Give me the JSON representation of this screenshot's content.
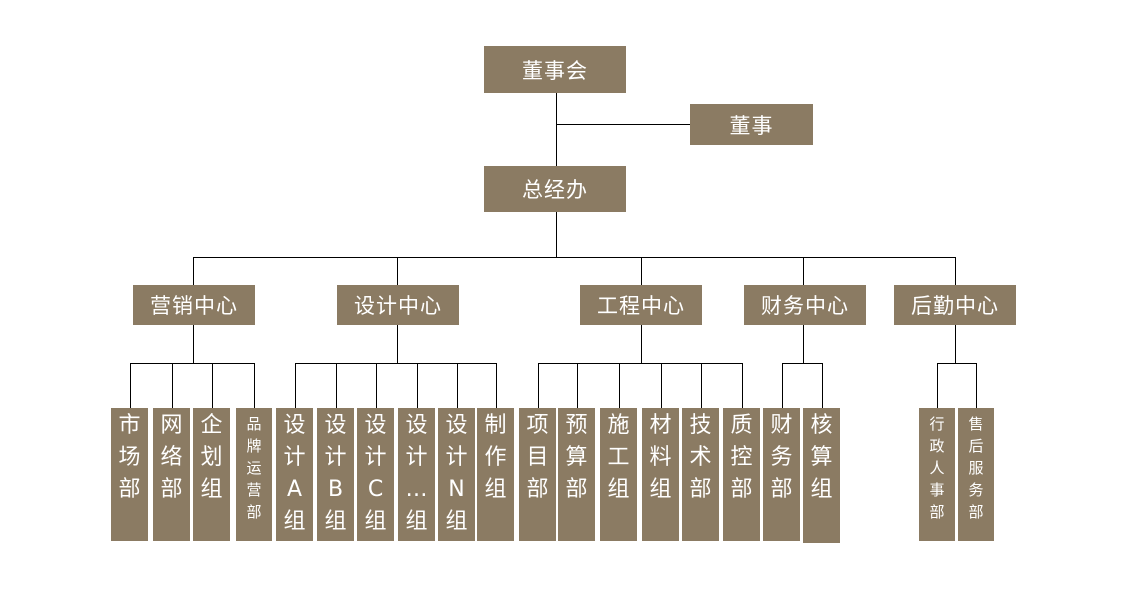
{
  "colors": {
    "box": "#8b7b63",
    "text": "#ffffff",
    "line": "#000000"
  },
  "board": "董事会",
  "director": "董事",
  "gm_office": "总经办",
  "centers": [
    {
      "name": "营销中心",
      "departments": [
        "市场部",
        "网络部",
        "企划组",
        "品牌运营部"
      ]
    },
    {
      "name": "设计中心",
      "departments": [
        "设计A组",
        "设计B组",
        "设计C组",
        "设计…组",
        "设计N组",
        "制作组"
      ]
    },
    {
      "name": "工程中心",
      "departments": [
        "项目部",
        "预算部",
        "施工组",
        "材料组",
        "技术部",
        "质控部"
      ]
    },
    {
      "name": "财务中心",
      "departments": [
        "财务部",
        "核算组"
      ]
    },
    {
      "name": "后勤中心",
      "departments": [
        "行政人事部",
        "售后服务部"
      ]
    }
  ]
}
